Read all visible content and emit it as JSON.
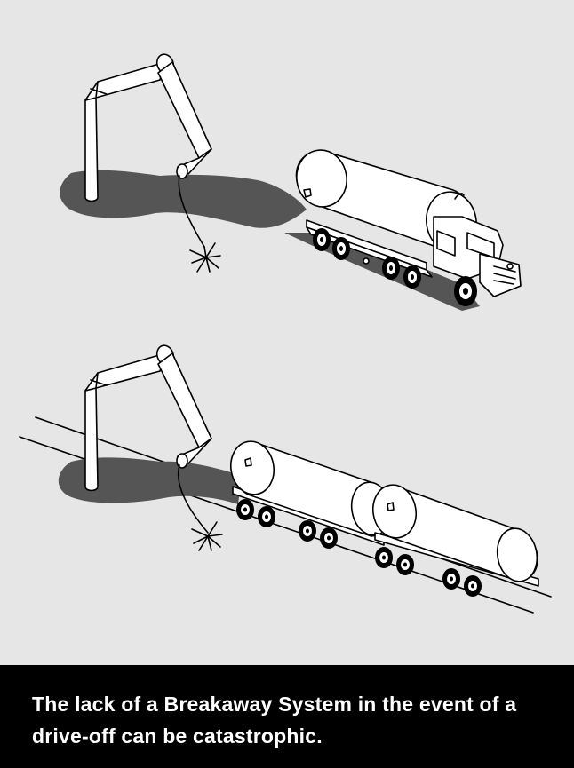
{
  "caption": {
    "text": "The lack of a Breakaway System in the event of a drive-off can be catastrophic."
  },
  "colors": {
    "background": "#e6e6e6",
    "caption_band": "#000000",
    "caption_text": "#ffffff",
    "shadow": "#555555"
  },
  "scenes": [
    {
      "subject": "tanker truck driving away from loading arm with broken hose"
    },
    {
      "subject": "rail tank cars moving away from loading arm with broken hose"
    }
  ]
}
